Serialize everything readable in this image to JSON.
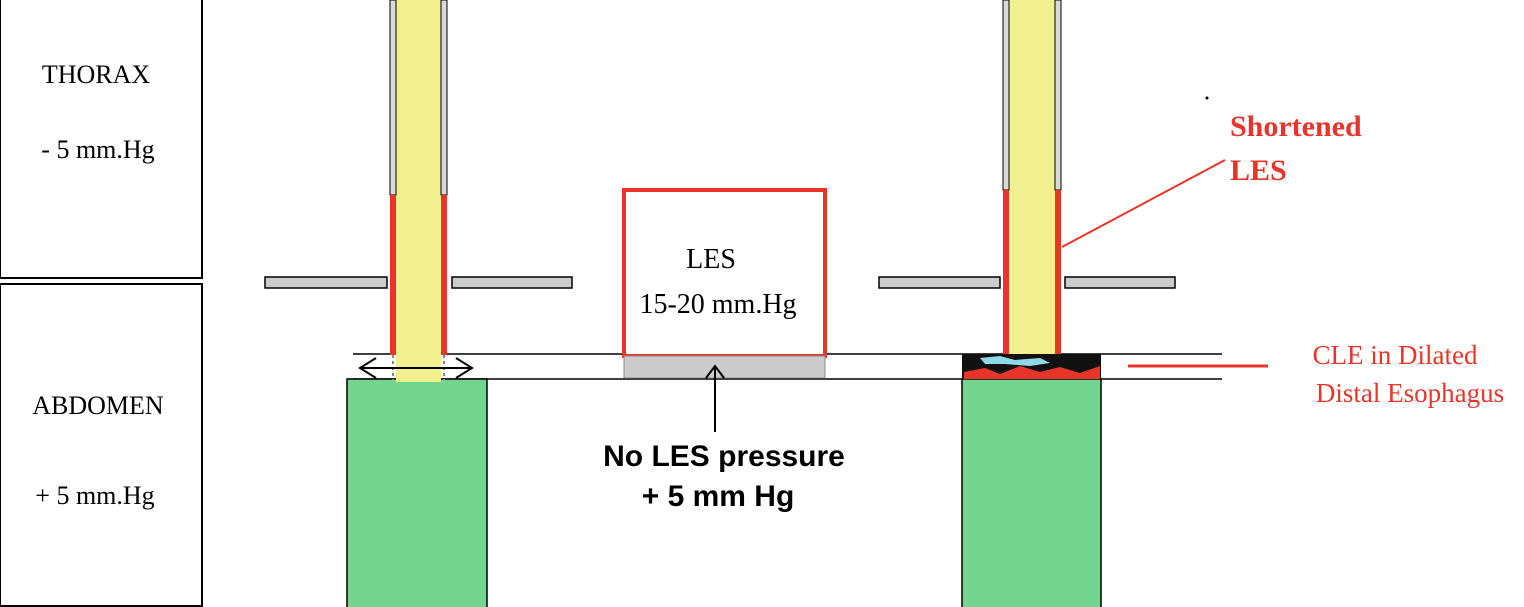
{
  "thorax": {
    "label": "THORAX",
    "pressure": "- 5 mm.Hg"
  },
  "abdomen": {
    "label": "ABDOMEN",
    "pressure": "+ 5 mm.Hg"
  },
  "les_box": {
    "label": "LES",
    "pressure": "15-20 mm.Hg"
  },
  "no_les_pressure": {
    "line1": "No LES pressure",
    "line2": "+ 5 mm Hg"
  },
  "shortened_les": {
    "line1": "Shortened",
    "line2": "LES"
  },
  "cle_label": {
    "line1": "CLE in Dilated",
    "line2": "Distal Esophagus"
  },
  "colors": {
    "esophagus_fill": "#f2ef8e",
    "les_red": "#e8352a",
    "stomach_green": "#72d48e",
    "diaphragm_gray": "#cccccc",
    "label_red": "#e8352a",
    "outline": "#000000"
  }
}
